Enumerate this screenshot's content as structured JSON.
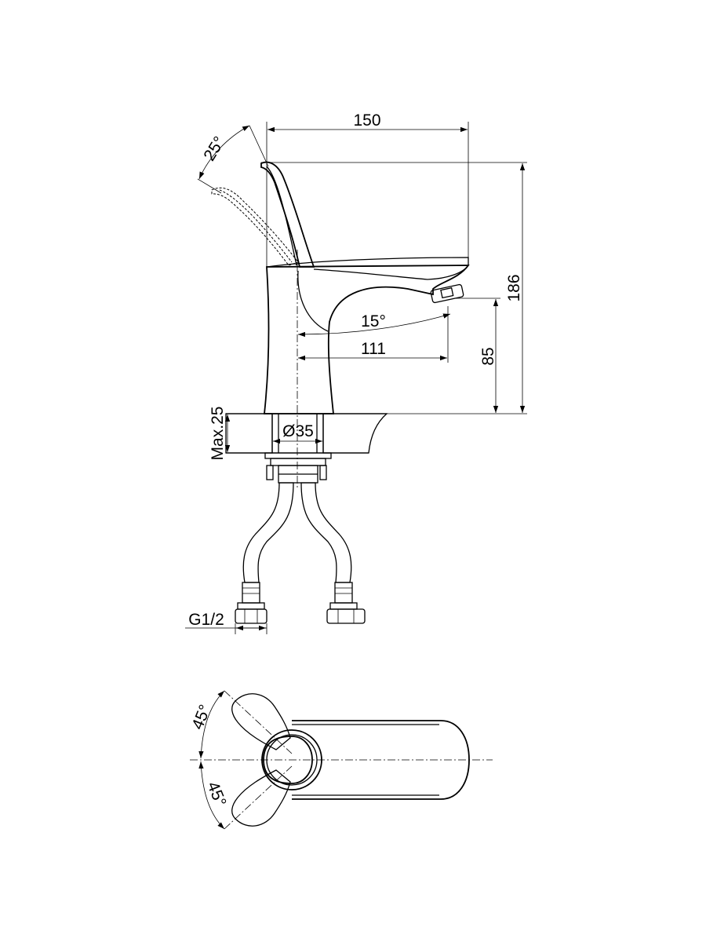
{
  "dimensions": {
    "width_overall": "150",
    "height_overall": "186",
    "spout_reach": "111",
    "spout_height": "85",
    "spout_angle": "15°",
    "lever_tilt_angle": "25°",
    "mount_diameter": "Ø35",
    "max_counter_thickness": "Max.25",
    "connection_thread": "G1/2",
    "lever_swing_upper": "45°",
    "lever_swing_lower": "45°"
  }
}
